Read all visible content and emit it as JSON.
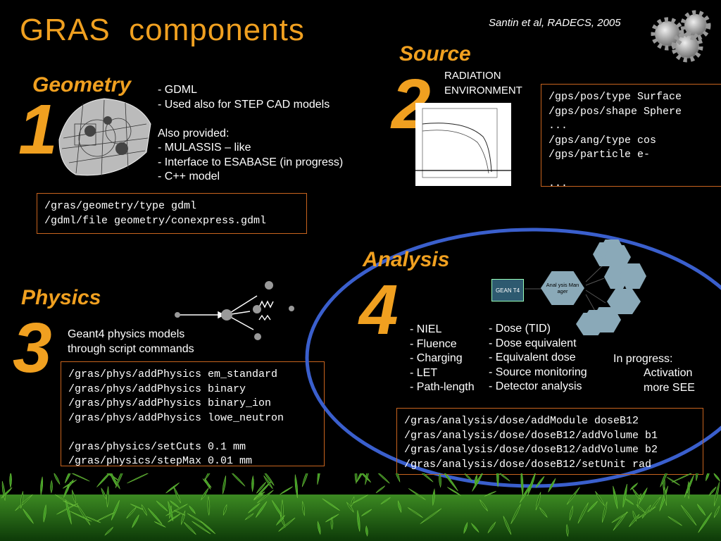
{
  "title": "GRAS  components",
  "citation": "Santin et al, RADECS, 2005",
  "geometry": {
    "heading": "Geometry",
    "number": "1",
    "bullets": [
      "- GDML",
      "- Used also for STEP CAD models",
      "",
      "Also provided:",
      "- MULASSIS – like",
      "- Interface to ESABASE (in progress)",
      "- C++ model"
    ],
    "code": [
      "/gras/geometry/type gdml",
      "/gdml/file geometry/conexpress.gdml"
    ]
  },
  "source": {
    "heading": "Source",
    "number": "2",
    "label": [
      "RADIATION",
      "ENVIRONMENT"
    ],
    "code": [
      "/gps/pos/type Surface",
      "/gps/pos/shape Sphere",
      "...",
      "/gps/ang/type cos",
      "/gps/particle e-",
      "",
      "..."
    ]
  },
  "physics": {
    "heading": "Physics",
    "number": "3",
    "desc": [
      "Geant4 physics models",
      "through script commands"
    ],
    "code": [
      "/gras/phys/addPhysics em_standard",
      "/gras/phys/addPhysics binary",
      "/gras/phys/addPhysics binary_ion",
      "/gras/phys/addPhysics lowe_neutron",
      "",
      "/gras/physics/setCuts 0.1 mm",
      "/gras/physics/stepMax 0.01 mm"
    ]
  },
  "analysis": {
    "heading": "Analysis",
    "number": "4",
    "list1": [
      "- NIEL",
      "- Fluence",
      "- Charging",
      "- LET",
      "- Path-length"
    ],
    "list2": [
      "- Dose (TID)",
      "- Dose equivalent",
      "- Equivalent dose",
      "- Source monitoring",
      "- Detector analysis"
    ],
    "progress_label": "In progress:",
    "progress_items": [
      "Activation",
      "more SEE"
    ],
    "diagram": {
      "geant_box": "GEAN T4",
      "manager": "Anal ysis Man ager"
    },
    "code": [
      "/gras/analysis/dose/addModule doseB12",
      "/gras/analysis/dose/doseB12/addVolume b1",
      "/gras/analysis/dose/doseB12/addVolume b2",
      "/gras/analysis/dose/doseB12/setUnit rad"
    ]
  },
  "colors": {
    "accent": "#f0a020",
    "ellipse": "#3a5fcd",
    "code_border": "#c8641e"
  }
}
